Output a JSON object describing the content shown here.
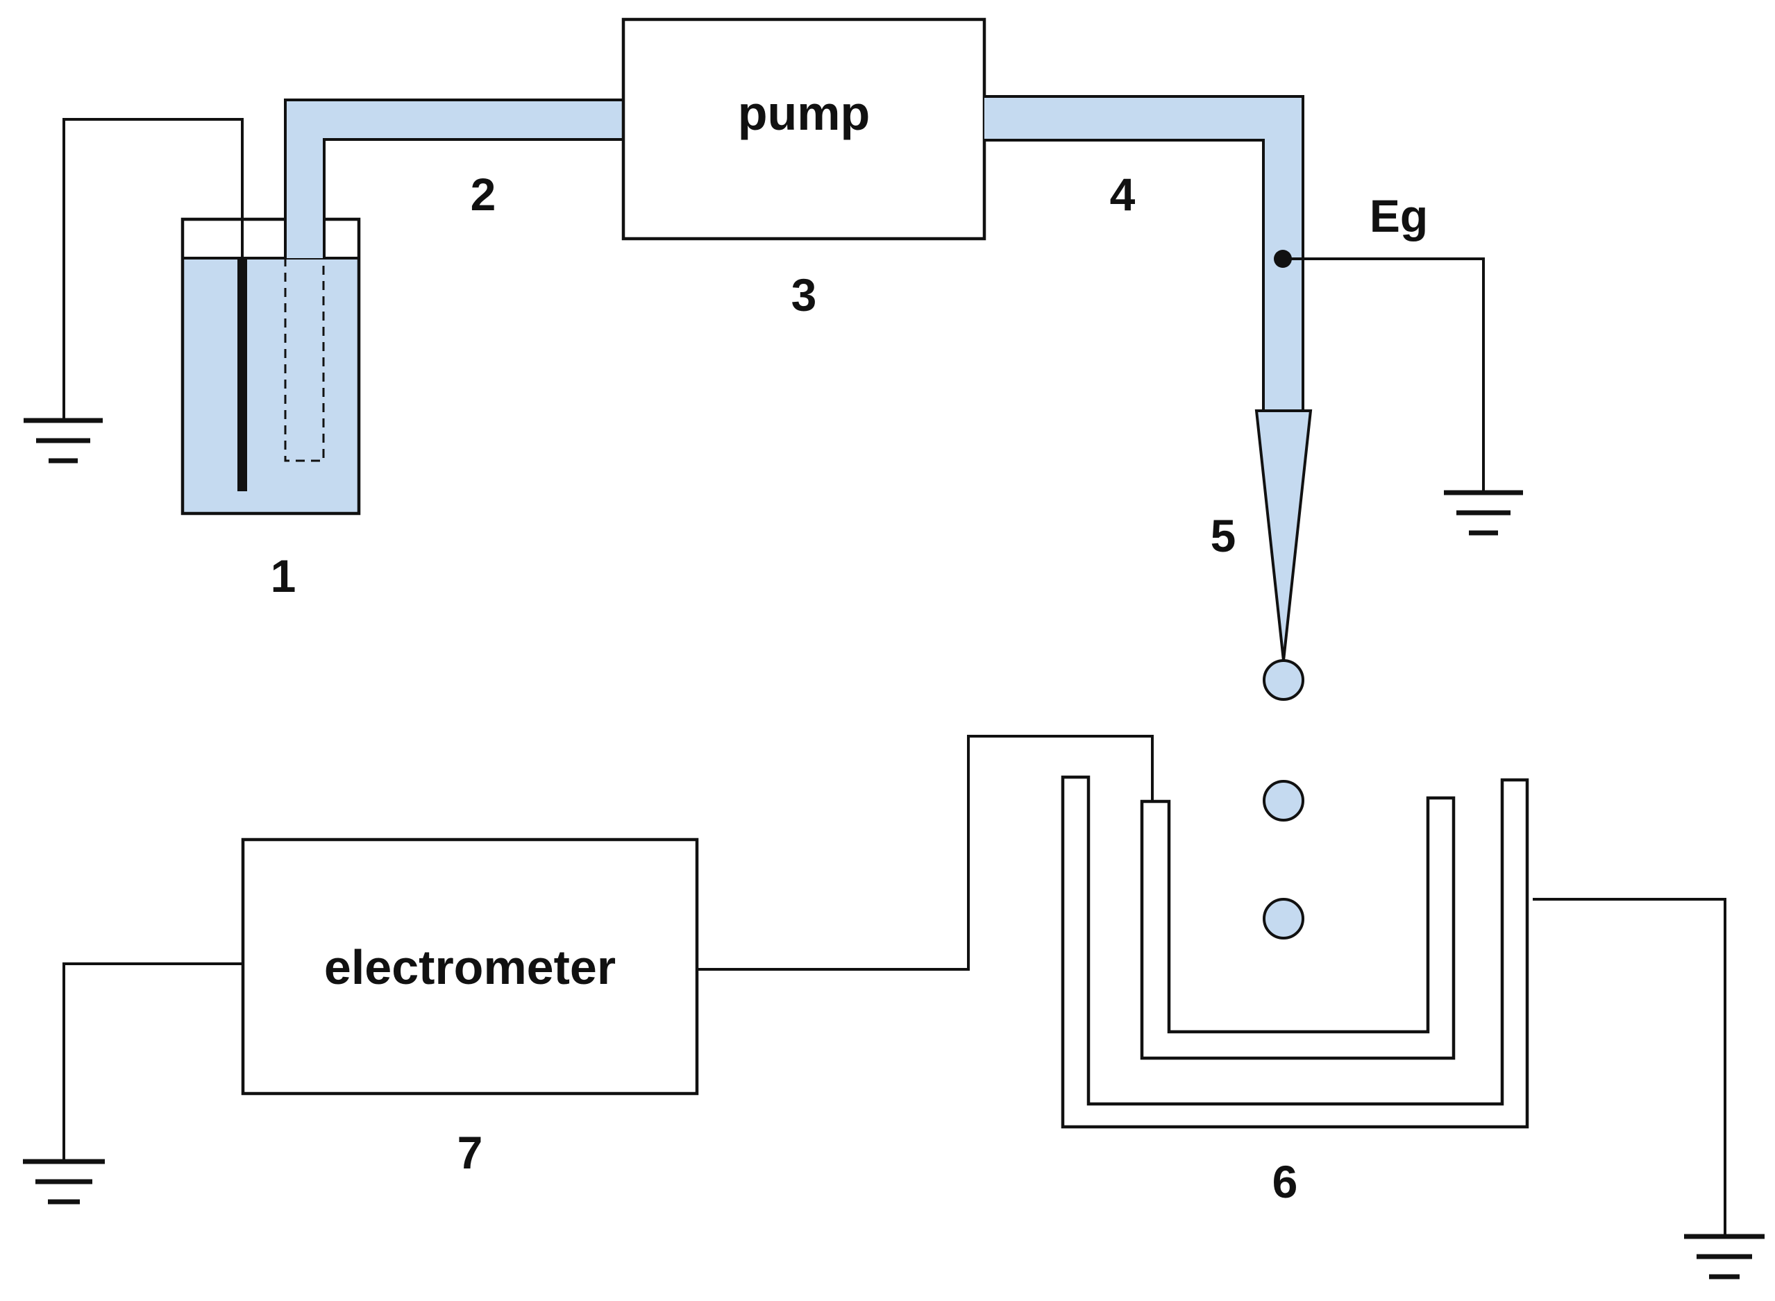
{
  "labels": {
    "reservoir": "1",
    "tube_in": "2",
    "pump_num": "3",
    "tube_out": "4",
    "nozzle": "5",
    "faraday_cup": "6",
    "electrometer_num": "7",
    "eg": "Eg"
  },
  "boxes": {
    "pump": "pump",
    "electrometer": "electrometer"
  },
  "colors": {
    "liquid": "#c5daf0",
    "line": "#111111",
    "background": "#ffffff"
  },
  "icons": {
    "ground": "ground-symbol-icon",
    "droplet": "droplet-icon",
    "junction": "junction-dot-icon"
  }
}
